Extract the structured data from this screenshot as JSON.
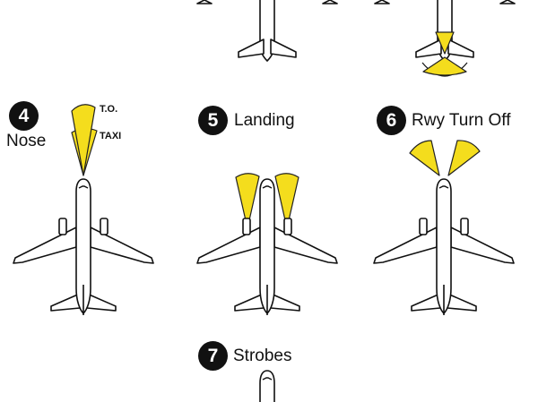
{
  "colors": {
    "beam": "#f4dd1d",
    "beam_stroke": "#222222",
    "ink": "#111111",
    "badge_text": "#ffffff",
    "background": "#ffffff"
  },
  "items": [
    {
      "number": "4",
      "label": "Nose",
      "beam_labels": [
        "T.O.",
        "TAXI"
      ]
    },
    {
      "number": "5",
      "label": "Landing"
    },
    {
      "number": "6",
      "label": "Rwy Turn Off"
    },
    {
      "number": "7",
      "label": "Strobes"
    }
  ]
}
